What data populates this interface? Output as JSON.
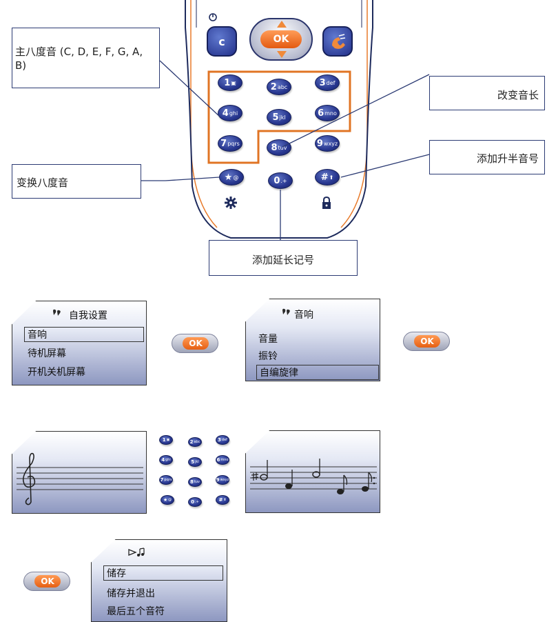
{
  "callouts": {
    "octave_notes": "主八度音 (C, D, E, F, G, A, B)",
    "change_length": "改变音长",
    "add_sharp": "添加升半音号",
    "switch_octave": "变换八度音",
    "add_prolong": "添加延长记号"
  },
  "phone": {
    "clear_label": "c",
    "ok_label": "OK",
    "keys": [
      {
        "main": "1",
        "sub": "▣"
      },
      {
        "main": "2",
        "sub": "abc"
      },
      {
        "main": "3",
        "sub": "def"
      },
      {
        "main": "4",
        "sub": "ghi"
      },
      {
        "main": "5",
        "sub": "jkl"
      },
      {
        "main": "6",
        "sub": "mno"
      },
      {
        "main": "7",
        "sub": "pqrs"
      },
      {
        "main": "8",
        "sub": "tuv"
      },
      {
        "main": "9",
        "sub": "wxyz"
      },
      {
        "main": "★",
        "sub": "@"
      },
      {
        "main": "0",
        "sub": ".+"
      },
      {
        "main": "#",
        "sub": "⬆"
      }
    ]
  },
  "screen_settings": {
    "title": "自我设置",
    "items": [
      "音响",
      "待机屏幕",
      "开机关机屏幕"
    ],
    "selected_index": 0
  },
  "screen_audio": {
    "title": "音响",
    "items": [
      "音量",
      "振铃",
      "自编旋律"
    ],
    "selected_index": 2
  },
  "screen_save": {
    "items": [
      "储存",
      "储存并退出",
      "最后五个音符"
    ],
    "selected_index": 0
  },
  "ok_buttons": [
    "OK",
    "OK",
    "OK"
  ]
}
